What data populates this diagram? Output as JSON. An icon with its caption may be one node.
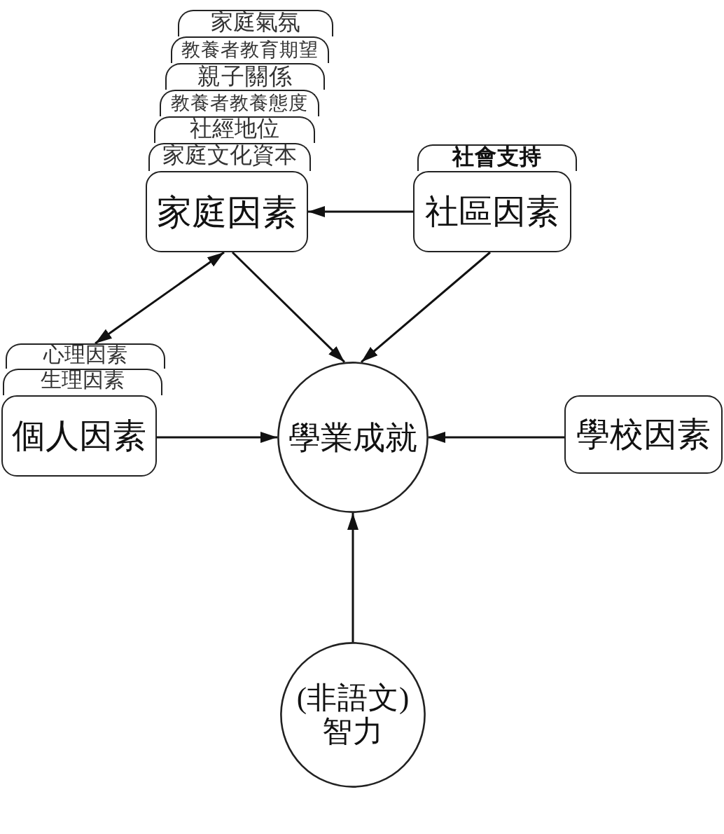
{
  "diagram": {
    "nodes": [
      {
        "text": [
          "家庭氣氛"
        ]
      },
      {
        "text": [
          "教養者教育期望"
        ]
      },
      {
        "text": [
          "親子關係"
        ]
      },
      {
        "text": [
          "教養者教養態度"
        ]
      },
      {
        "text": [
          "社經地位"
        ]
      },
      {
        "text": [
          "家庭文化資本"
        ]
      },
      {
        "text": [
          "家庭因素"
        ]
      },
      {
        "text": [
          "社會支持"
        ]
      },
      {
        "text": [
          "社區因素"
        ]
      },
      {
        "text": [
          "心理因素"
        ]
      },
      {
        "text": [
          "生理因素"
        ]
      },
      {
        "text": [
          "個人因素"
        ]
      },
      {
        "text": [
          "學業成就"
        ]
      },
      {
        "text": [
          "學校因素"
        ]
      },
      {
        "text": [
          "(非語文)智力"
        ]
      }
    ],
    "edges": [
      {
        "from": 8,
        "to": 6,
        "arrow": "to"
      },
      {
        "from": 6,
        "to": 9,
        "arrow": "both"
      },
      {
        "from": 6,
        "to": 12,
        "arrow": "to"
      },
      {
        "from": 8,
        "to": 12,
        "arrow": "to"
      },
      {
        "from": 11,
        "to": 12,
        "arrow": "to"
      },
      {
        "from": 13,
        "to": 12,
        "arrow": "to"
      },
      {
        "from": 14,
        "to": 12,
        "arrow": "to"
      }
    ]
  }
}
